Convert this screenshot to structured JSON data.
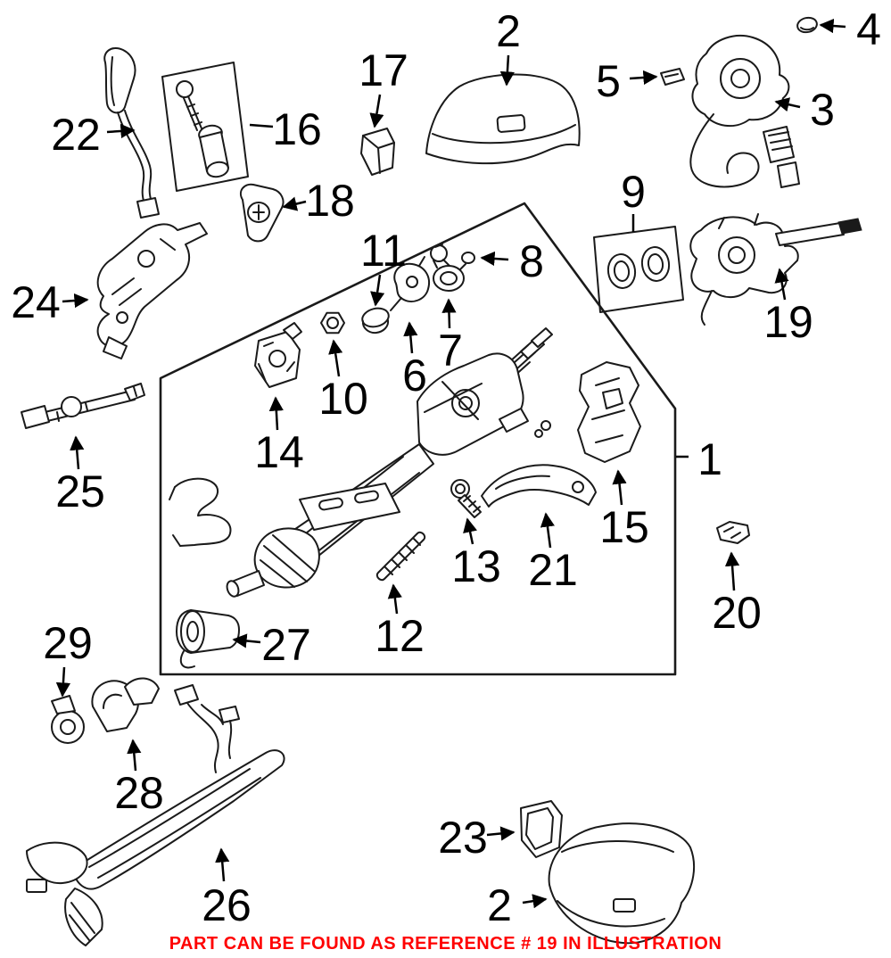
{
  "colors": {
    "line": "#1a1a1a",
    "label": "#000000",
    "footer": "#ff0000",
    "background": "#ffffff"
  },
  "callouts": {
    "c1": {
      "label": "1"
    },
    "c2_top": {
      "label": "2"
    },
    "c2_bottom": {
      "label": "2"
    },
    "c3": {
      "label": "3"
    },
    "c4": {
      "label": "4"
    },
    "c5": {
      "label": "5"
    },
    "c6": {
      "label": "6"
    },
    "c7": {
      "label": "7"
    },
    "c8": {
      "label": "8"
    },
    "c9": {
      "label": "9"
    },
    "c10": {
      "label": "10"
    },
    "c11": {
      "label": "11"
    },
    "c12": {
      "label": "12"
    },
    "c13": {
      "label": "13"
    },
    "c14": {
      "label": "14"
    },
    "c15": {
      "label": "15"
    },
    "c16": {
      "label": "16"
    },
    "c17": {
      "label": "17"
    },
    "c18": {
      "label": "18"
    },
    "c19": {
      "label": "19"
    },
    "c20": {
      "label": "20"
    },
    "c21": {
      "label": "21"
    },
    "c22": {
      "label": "22"
    },
    "c23": {
      "label": "23"
    },
    "c24": {
      "label": "24"
    },
    "c25": {
      "label": "25"
    },
    "c26": {
      "label": "26"
    },
    "c27": {
      "label": "27"
    },
    "c28": {
      "label": "28"
    },
    "c29": {
      "label": "29"
    }
  },
  "footer": {
    "text": "PART CAN BE FOUND AS REFERENCE # 19 IN ILLUSTRATION"
  }
}
